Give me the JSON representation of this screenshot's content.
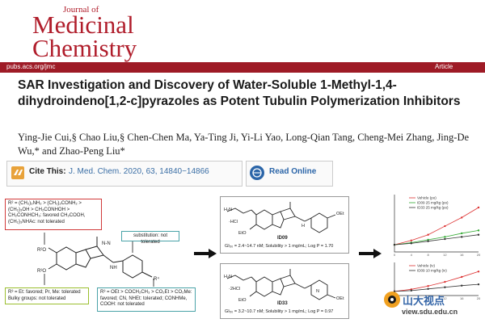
{
  "journal": {
    "prefix": "Journal of",
    "name_line1": "Medicinal",
    "name_line2": "Chemistry",
    "url": "pubs.acs.org/jmc",
    "article_type": "Article",
    "brand_color": "#b01d2b"
  },
  "title": "SAR Investigation and Discovery of Water-Soluble 1-Methyl-1,4-dihydroindeno[1,2-c]pyrazoles as Potent Tubulin Polymerization Inhibitors",
  "authors": "Ying-Jie Cui,§ Chao Liu,§ Chen-Chen Ma, Ya-Ting Ji, Yi-Li Yao, Long-Qian Tang, Cheng-Mei Zhang, Jing-De Wu,* and Zhao-Peng Liu*",
  "cite": {
    "label": "Cite This:",
    "text": "J. Med. Chem. 2020, 63, 14840−14866"
  },
  "read_online": "Read Online",
  "graphical_abstract": {
    "sar_r2": "R² = (CH₂)₃NH₂ > (CH₂)₂CONH₂ > (CH₂)₃OH > CH₂CONHOH > CH₂CONHCH₃: favored CH₂COOH, (CH₂)₃NHAc: not tolerated",
    "sar_substitution": "substitution: not tolerated",
    "sar_r3": "R³ = Et: favored; Pr, Me: tolerated Bulky groups: not tolerated",
    "sar_r4": "R³ = OEt > COCH₂CH₃ > CO₂Et > CO₂Me: favored; CN, NHEt: tolerated; CONHMe, COOH: not tolerated",
    "compounds": [
      {
        "name": "ID09",
        "salt": "·HCl",
        "data": "GI₅₀ = 2.4~14.7 nM; Solubility > 1 mg/mL; Log P = 1.70"
      },
      {
        "name": "ID33",
        "salt": "·2HCl",
        "data": "GI₅₀ = 3.2~10.7 nM; Solubility > 1 mg/mL; Log P = 0.97"
      }
    ]
  },
  "chart_data": [
    {
      "type": "line",
      "series": [
        {
          "name": "Vehicle (po)",
          "values": [
            100,
            160,
            240,
            360,
            480,
            620
          ]
        },
        {
          "name": "ID09 25 mg/kg (po)",
          "values": [
            100,
            130,
            170,
            210,
            260,
            300
          ]
        },
        {
          "name": "ID33 25 mg/kg (po)",
          "values": [
            100,
            120,
            150,
            180,
            210,
            240
          ]
        }
      ],
      "x": [
        0,
        4,
        8,
        12,
        16,
        20
      ],
      "ylim": [
        0,
        800
      ],
      "colors": [
        "#d33",
        "#3a3",
        "#333"
      ]
    },
    {
      "type": "line",
      "series": [
        {
          "name": "Vehicle (iv)",
          "values": [
            100,
            150,
            230,
            330,
            450,
            580
          ]
        },
        {
          "name": "ID09 10 mg/kg (iv)",
          "values": [
            100,
            120,
            160,
            200,
            240,
            270
          ]
        }
      ],
      "x": [
        0,
        4,
        8,
        12,
        16,
        20
      ],
      "ylim": [
        0,
        800
      ],
      "colors": [
        "#d33",
        "#333"
      ]
    }
  ],
  "watermark": {
    "text": "山大视点",
    "url": "view.sdu.edu.cn"
  }
}
